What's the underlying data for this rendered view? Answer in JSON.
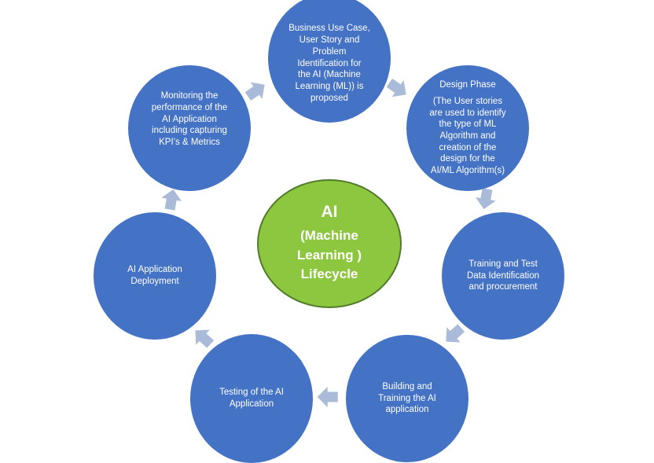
{
  "diagram": {
    "center": {
      "title": "AI",
      "lines": [
        "(Machine",
        "Learning  )",
        "Lifecycle"
      ]
    },
    "stages": [
      {
        "id": "use-case",
        "lines": [
          "Business Use Case,",
          "User Story and",
          "Problem",
          "Identification for",
          "the AI (Machine",
          "Learning (ML)) is",
          "proposed"
        ]
      },
      {
        "id": "design",
        "heading": "Design Phase",
        "lines": [
          "(The User stories",
          "are used to identify",
          "the type of ML",
          "Algorithm and",
          "creation of the",
          "design for the",
          "AI/ML Algorithm(s)"
        ]
      },
      {
        "id": "data",
        "lines": [
          "Training and Test",
          "Data Identification",
          "and procurement"
        ]
      },
      {
        "id": "build",
        "lines": [
          "Building and",
          "Training the AI",
          "application"
        ]
      },
      {
        "id": "testing",
        "lines": [
          "Testing  of the AI",
          "Application"
        ]
      },
      {
        "id": "deployment",
        "lines": [
          "AI Application",
          "Deployment"
        ]
      },
      {
        "id": "monitoring",
        "lines": [
          "Monitoring the",
          "performance of the",
          "AI Application",
          "including capturing",
          "KPI’s & Metrics"
        ]
      }
    ]
  },
  "colors": {
    "stage": "#4472c4",
    "center": "#8dc63f",
    "center_border": "#4f7b2a",
    "arrow": "#a9bbd9"
  }
}
